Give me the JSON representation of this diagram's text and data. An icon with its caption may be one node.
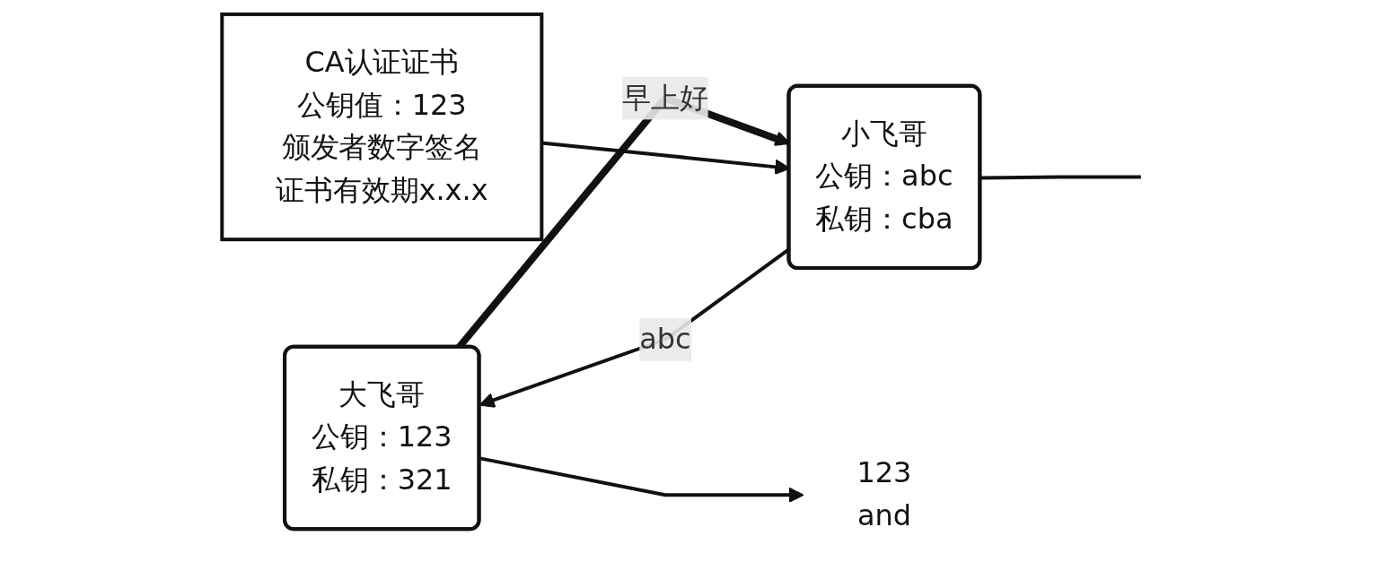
{
  "diagram": {
    "nodes": [
      {
        "text": [
          "大飞哥",
          "公钥：123",
          "私钥：321"
        ]
      },
      {
        "text": [
          "小飞哥",
          "公钥：abc",
          "私钥：cba"
        ]
      },
      {
        "text": [
          "123",
          "and"
        ]
      },
      {
        "text": [
          "CA认证证书",
          "公钥值：123",
          "颁发者数字签名",
          "证书有效期x.x.x"
        ]
      }
    ],
    "edges": [
      {
        "from": 1,
        "to": 0,
        "arrow": "to",
        "label": "abc"
      },
      {
        "from": 0,
        "to": 1,
        "arrow": "to",
        "label": "早上好",
        "style": "thick"
      },
      {
        "from": 0,
        "to": 2,
        "arrow": "to"
      },
      {
        "from": 3,
        "to": 1,
        "arrow": "to"
      },
      {
        "from": 1,
        "to": null,
        "arrow": "none"
      }
    ]
  }
}
